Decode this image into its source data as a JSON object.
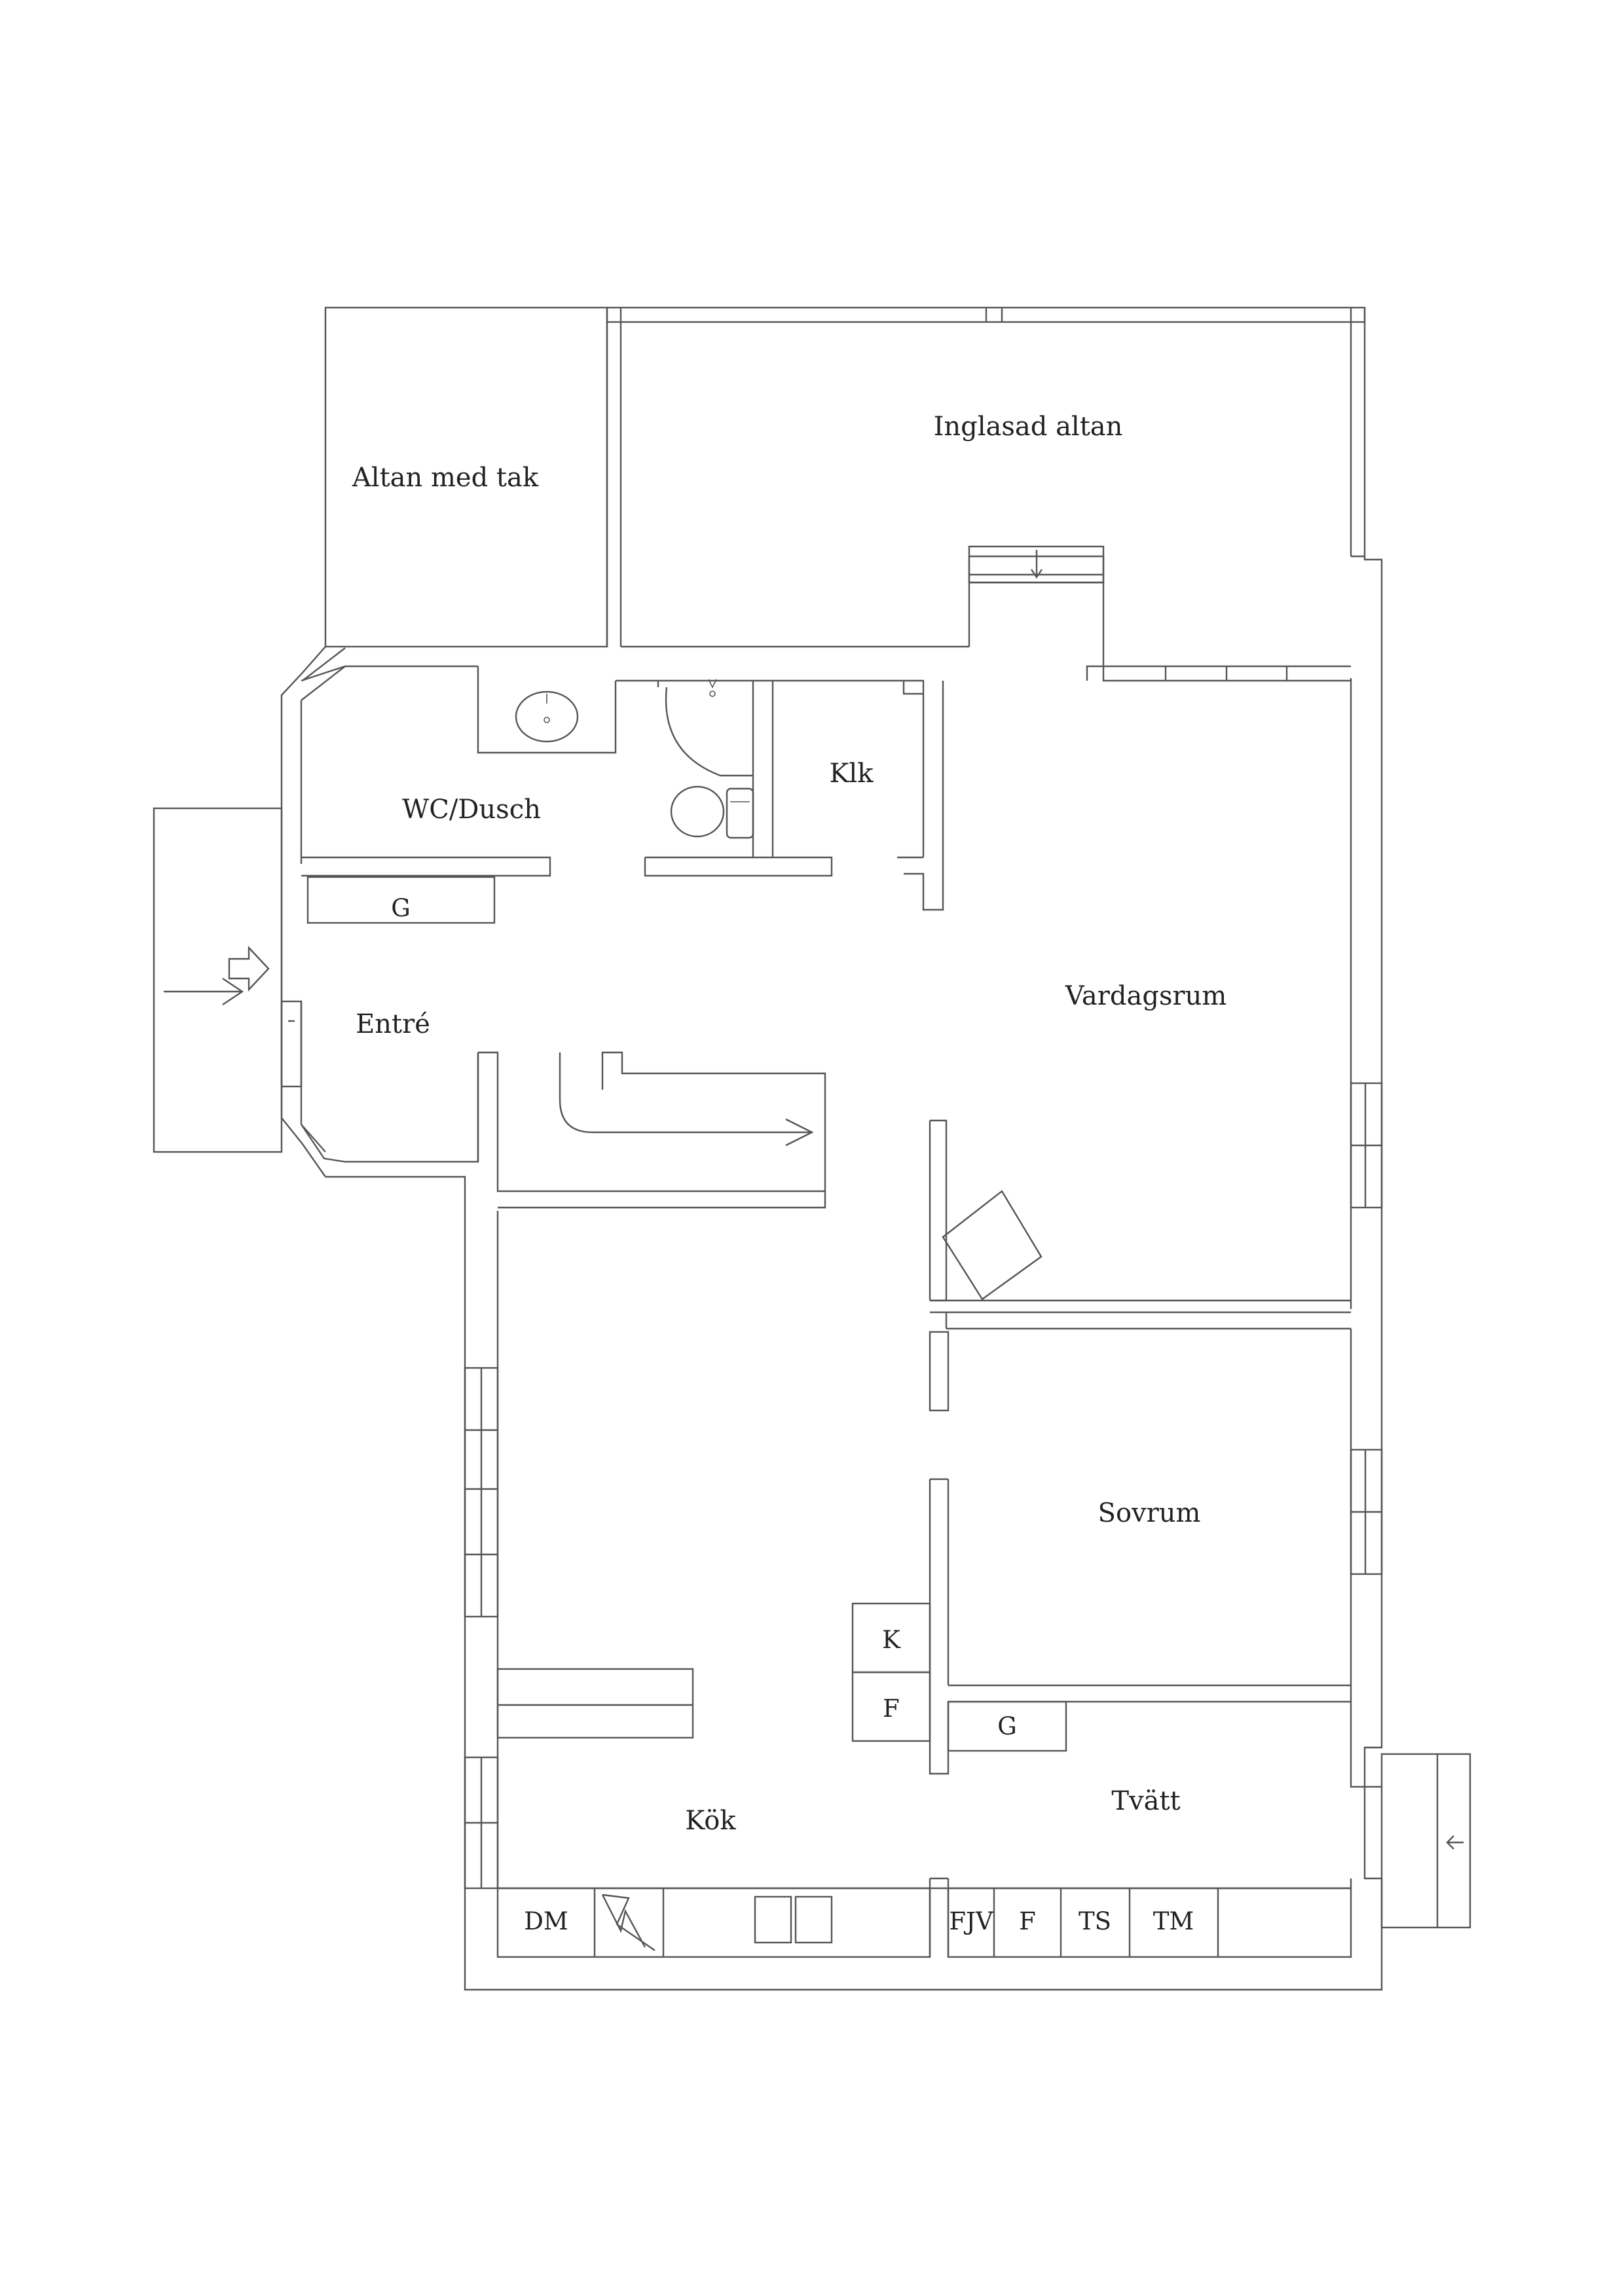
{
  "rooms": {
    "altan_med_tak": "Altan med tak",
    "inglasad_altan": "Inglasad altan",
    "wc_dusch": "WC/Dusch",
    "klk": "Klk",
    "entre": "Entré",
    "vardagsrum": "Vardagsrum",
    "sovrum": "Sovrum",
    "kok": "Kök",
    "tvatt": "Tvätt"
  },
  "fixtures": {
    "g_entre": "G",
    "g_tvatt": "G",
    "k": "K",
    "f_kok": "F",
    "dm": "DM",
    "fjv": "FJV",
    "f_tvatt": "F",
    "ts": "TS",
    "tm": "TM"
  }
}
